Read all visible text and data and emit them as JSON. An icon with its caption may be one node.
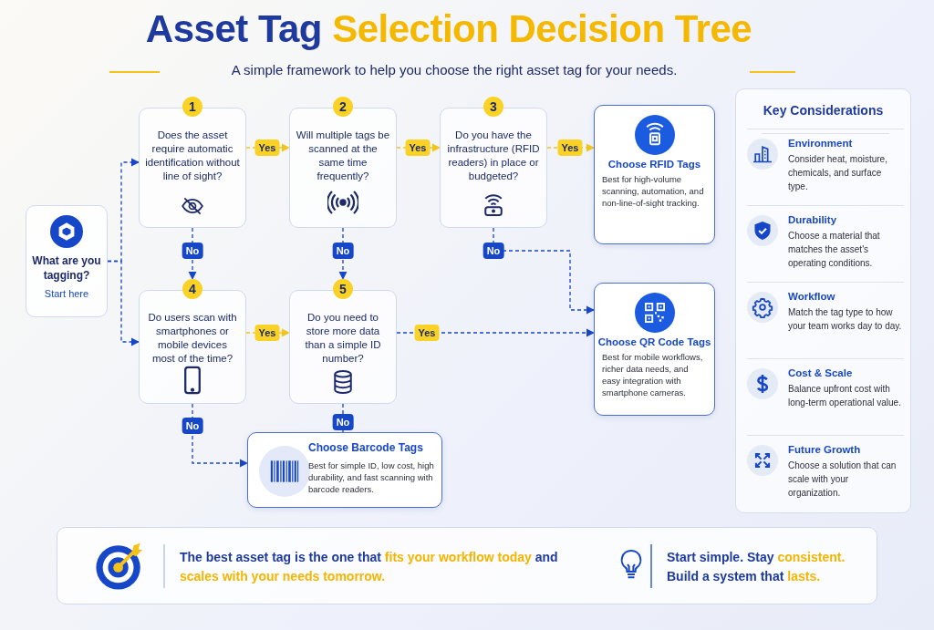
{
  "diagram": {
    "title": "Asset Tag **Selection Decision Tree**",
    "nodes": [
      {
        "text": [
          "What are you tagging?",
          "Start here"
        ]
      },
      {
        "text": [
          "Does the asset require automatic identification without line of sight?"
        ],
        "beside": [
          "1"
        ]
      },
      {
        "text": [
          "Will multiple tags be scanned at the same time frequently?"
        ],
        "beside": [
          "2"
        ]
      },
      {
        "text": [
          "Do you have the infrastructure (RFID readers) in place or budgeted?"
        ],
        "beside": [
          "3"
        ]
      },
      {
        "text": [
          "Do users scan with smartphones or mobile devices most of the time?"
        ],
        "beside": [
          "4"
        ]
      },
      {
        "text": [
          "Do you need to store more data than a simple ID number?"
        ],
        "beside": [
          "5"
        ]
      },
      {
        "text": [
          "Choose RFID Tags",
          "Best for high-volume scanning, automation, and non-line-of-sight tracking."
        ]
      },
      {
        "text": [
          "Choose QR Code Tags",
          "Best for mobile workflows, richer data needs, and easy integration with smartphone cameras."
        ]
      },
      {
        "text": [
          "Choose Barcode Tags",
          "Best for simple ID, low cost, high durability, and fast scanning with barcode readers."
        ]
      },
      {
        "text": [
          "Key Considerations"
        ]
      },
      {
        "text": [
          "Environment",
          "Consider heat, moisture, chemicals, and surface type."
        ],
        "in": 9
      },
      {
        "text": [
          "Durability",
          "Choose a material that matches the asset's operating conditions."
        ],
        "in": 9
      },
      {
        "text": [
          "Workflow",
          "Match the tag type to how your team works day to day."
        ],
        "in": 9
      },
      {
        "text": [
          "Cost & Scale",
          "Balance upfront cost with long-term operational value."
        ],
        "in": 9
      },
      {
        "text": [
          "Future Growth",
          "Choose a solution that can scale with your organization."
        ],
        "in": 9
      },
      {
        "text": [
          "The best asset tag is the one that **fits your workflow today** and **scales with your needs tomorrow.**",
          "Start simple. Stay **consistent.** Build a system that **lasts.**"
        ]
      }
    ],
    "edges": [
      {
        "from": 0,
        "to": 1,
        "arrow": "to",
        "style": "dashed"
      },
      {
        "from": 0,
        "to": 4,
        "arrow": "to",
        "style": "dashed"
      },
      {
        "from": 1,
        "to": 2,
        "arrow": "to",
        "label": "Yes",
        "style": "dashed",
        "color": "#f2c41b"
      },
      {
        "from": 2,
        "to": 3,
        "arrow": "to",
        "label": "Yes",
        "style": "dashed",
        "color": "#f2c41b"
      },
      {
        "from": 3,
        "to": 6,
        "arrow": "to",
        "label": "Yes",
        "style": "dashed",
        "color": "#f2c41b"
      },
      {
        "from": 1,
        "to": 4,
        "arrow": "to",
        "label": "No",
        "style": "dashed"
      },
      {
        "from": 2,
        "to": 5,
        "arrow": "to",
        "label": "No",
        "style": "dashed"
      },
      {
        "from": 3,
        "to": 7,
        "arrow": "to",
        "label": "No",
        "style": "dashed"
      },
      {
        "from": 4,
        "to": 5,
        "arrow": "to",
        "label": "Yes",
        "style": "dashed",
        "color": "#f2c41b"
      },
      {
        "from": 5,
        "to": 7,
        "arrow": "to",
        "label": "Yes",
        "style": "dashed"
      },
      {
        "from": 4,
        "to": 8,
        "arrow": "to",
        "label": "No",
        "style": "dashed"
      },
      {
        "from": 5,
        "to": 8,
        "arrow": "none",
        "label": "No",
        "style": "dashed"
      }
    ],
    "labels": [
      "A simple framework to help you choose the right asset tag for your needs."
    ]
  }
}
